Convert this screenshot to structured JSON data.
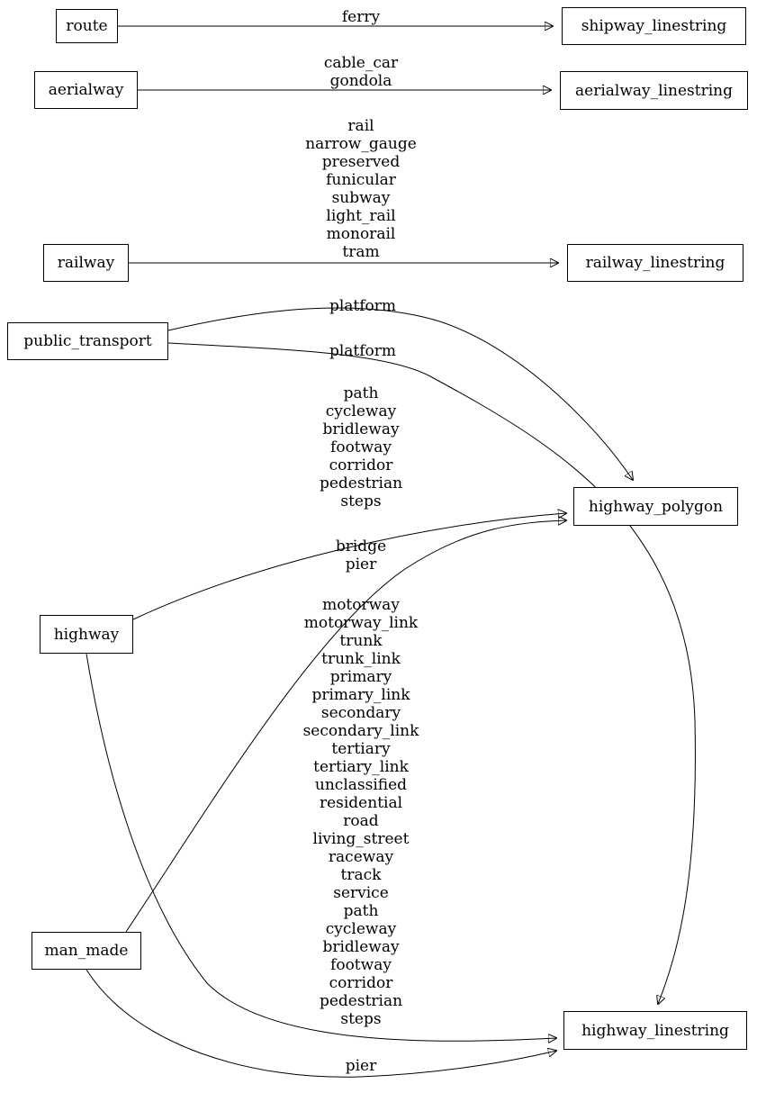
{
  "diagram": {
    "kind": "graphviz-mapping-diagram",
    "nodes": [
      {
        "id": "route",
        "label": "route"
      },
      {
        "id": "shipway_linestring",
        "label": "shipway_linestring"
      },
      {
        "id": "aerialway",
        "label": "aerialway"
      },
      {
        "id": "aerialway_linestring",
        "label": "aerialway_linestring"
      },
      {
        "id": "railway",
        "label": "railway"
      },
      {
        "id": "railway_linestring",
        "label": "railway_linestring"
      },
      {
        "id": "public_transport",
        "label": "public_transport"
      },
      {
        "id": "highway_polygon",
        "label": "highway_polygon"
      },
      {
        "id": "highway",
        "label": "highway"
      },
      {
        "id": "man_made",
        "label": "man_made"
      },
      {
        "id": "highway_linestring",
        "label": "highway_linestring"
      }
    ],
    "edges": [
      {
        "from": "route",
        "to": "shipway_linestring",
        "label": "ferry"
      },
      {
        "from": "aerialway",
        "to": "aerialway_linestring",
        "label": "cable_car\ngondola"
      },
      {
        "from": "railway",
        "to": "railway_linestring",
        "label": "rail\nnarrow_gauge\npreserved\nfunicular\nsubway\nlight_rail\nmonorail\ntram"
      },
      {
        "from": "public_transport",
        "to": "highway_polygon",
        "label": "platform"
      },
      {
        "from": "public_transport",
        "to": "highway_linestring",
        "label": "platform"
      },
      {
        "from": "highway",
        "to": "highway_polygon",
        "label": "path\ncycleway\nbridleway\nfootway\ncorridor\npedestrian\nsteps"
      },
      {
        "from": "man_made",
        "to": "highway_polygon",
        "label": "bridge\npier"
      },
      {
        "from": "highway",
        "to": "highway_linestring",
        "label": "motorway\nmotorway_link\ntrunk\ntrunk_link\nprimary\nprimary_link\nsecondary\nsecondary_link\ntertiary\ntertiary_link\nunclassified\nresidential\nroad\nliving_street\nraceway\ntrack\nservice\npath\ncycleway\nbridleway\nfootway\ncorridor\npedestrian\nsteps"
      },
      {
        "from": "man_made",
        "to": "highway_linestring",
        "label": "pier"
      }
    ],
    "colors": {
      "stroke": "#000000",
      "background": "#ffffff"
    }
  }
}
